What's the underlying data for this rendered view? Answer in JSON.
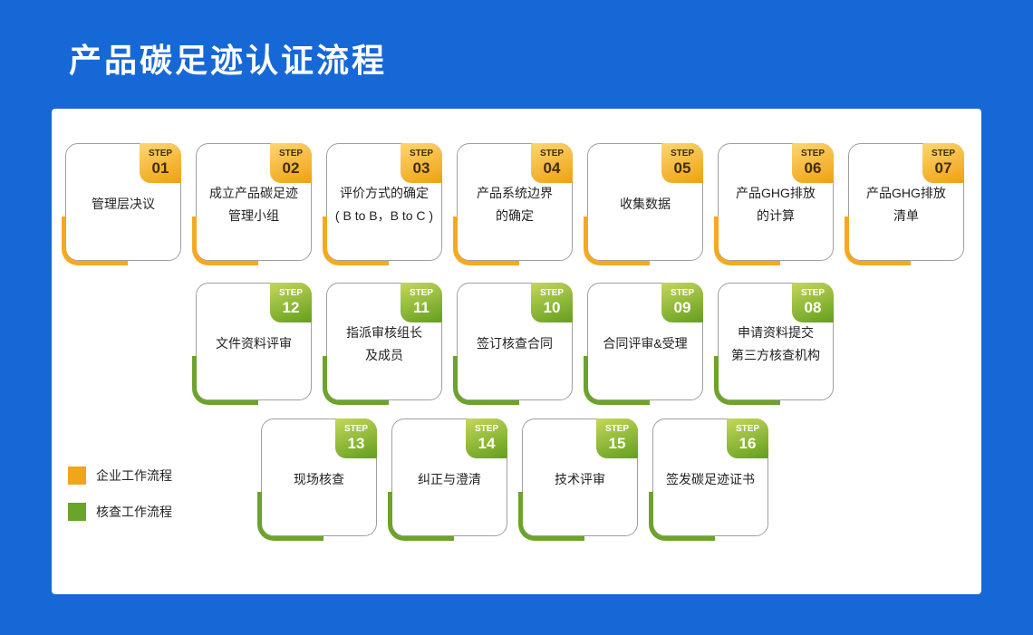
{
  "title": "产品碳足迹认证流程",
  "step_label": "STEP",
  "legend": {
    "enterprise": "企业工作流程",
    "verification": "核查工作流程"
  },
  "colors": {
    "background_blue": "#1668D6",
    "enterprise_orange": "#F0A51B",
    "verification_green": "#69A42B"
  },
  "rows": [
    {
      "cards": [
        {
          "number": "01",
          "line1": "管理层决议",
          "line2": ""
        },
        {
          "number": "02",
          "line1": "成立产品碳足迹",
          "line2": "管理小组"
        },
        {
          "number": "03",
          "line1": "评价方式的确定",
          "line2": "( B to B，B to C )"
        },
        {
          "number": "04",
          "line1": "产品系统边界",
          "line2": "的确定"
        },
        {
          "number": "05",
          "line1": "收集数据",
          "line2": ""
        },
        {
          "number": "06",
          "line1": "产品GHG排放",
          "line2": "的计算"
        },
        {
          "number": "07",
          "line1": "产品GHG排放",
          "line2": "清单"
        }
      ]
    },
    {
      "cards": [
        {
          "number": "12",
          "line1": "文件资料评审",
          "line2": ""
        },
        {
          "number": "11",
          "line1": "指派审核组长",
          "line2": "及成员"
        },
        {
          "number": "10",
          "line1": "签订核查合同",
          "line2": ""
        },
        {
          "number": "09",
          "line1": "合同评审&受理",
          "line2": ""
        },
        {
          "number": "08",
          "line1": "申请资料提交",
          "line2": "第三方核查机构"
        }
      ]
    },
    {
      "cards": [
        {
          "number": "13",
          "line1": "现场核查",
          "line2": ""
        },
        {
          "number": "14",
          "line1": "纠正与澄清",
          "line2": ""
        },
        {
          "number": "15",
          "line1": "技术评审",
          "line2": ""
        },
        {
          "number": "16",
          "line1": "签发碳足迹证书",
          "line2": ""
        }
      ]
    }
  ]
}
